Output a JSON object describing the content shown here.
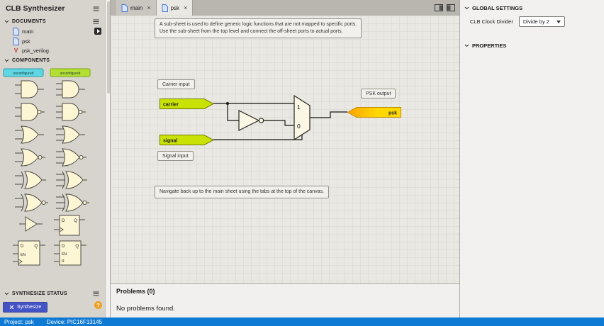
{
  "app": {
    "title": "CLB Synthesizer"
  },
  "sidebar": {
    "documents": {
      "title": "DOCUMENTS",
      "items": [
        {
          "label": "main"
        },
        {
          "label": "psk"
        },
        {
          "label": "psk_verilog"
        }
      ]
    },
    "components": {
      "title": "COMPONENTS",
      "tags": [
        {
          "label": "unconfigured"
        },
        {
          "label": "unconfigured"
        }
      ],
      "ff_labels": {
        "d": "D",
        "q": "Q",
        "en": "EN",
        "r": "R"
      }
    },
    "synthesize": {
      "title": "SYNTHESIZE STATUS",
      "button_label": "Synthesize",
      "badge": "?"
    }
  },
  "tabs": {
    "items": [
      {
        "label": "main"
      },
      {
        "label": "psk"
      }
    ],
    "close_glyph": "×"
  },
  "canvas": {
    "note_top_line1": "A sub-sheet is used to define generic logic functions that are not mapped to specific ports.",
    "note_top_line2": "Use the sub-sheet from the top level and connect the off-sheet ports to actual ports.",
    "note_bottom": "Navigate back up to the main sheet using the tabs at the top of the canvas.",
    "carrier_input_label": "Carrier input",
    "signal_input_label": "Signal input",
    "psk_output_label": "PSK output",
    "ports": {
      "carrier": "carrier",
      "signal": "signal",
      "psk": "psk"
    },
    "mux": {
      "one": "1",
      "zero": "0"
    }
  },
  "problems": {
    "title": "Problems (0)",
    "message": "No problems found."
  },
  "right_panel": {
    "global_settings_title": "GLOBAL SETTINGS",
    "clock_divider_label": "CLB Clock Divider",
    "clock_divider_value": "Divide by 2",
    "properties_title": "PROPERTIES"
  },
  "status_bar": {
    "project": "Project: psk",
    "device": "Device: PIC16F13145"
  },
  "colors": {
    "status_bar_blue": "#0e7ad4",
    "synthesize_button": "#4453c5",
    "port_green": "#c9e203",
    "port_yellow": "#ffd800",
    "port_orange": "#ffa200",
    "tag_cyan": "#5fd6e2",
    "tag_green": "#b4e033",
    "gate_cream": "#fdf6d5",
    "badge_orange": "#f0a124"
  }
}
